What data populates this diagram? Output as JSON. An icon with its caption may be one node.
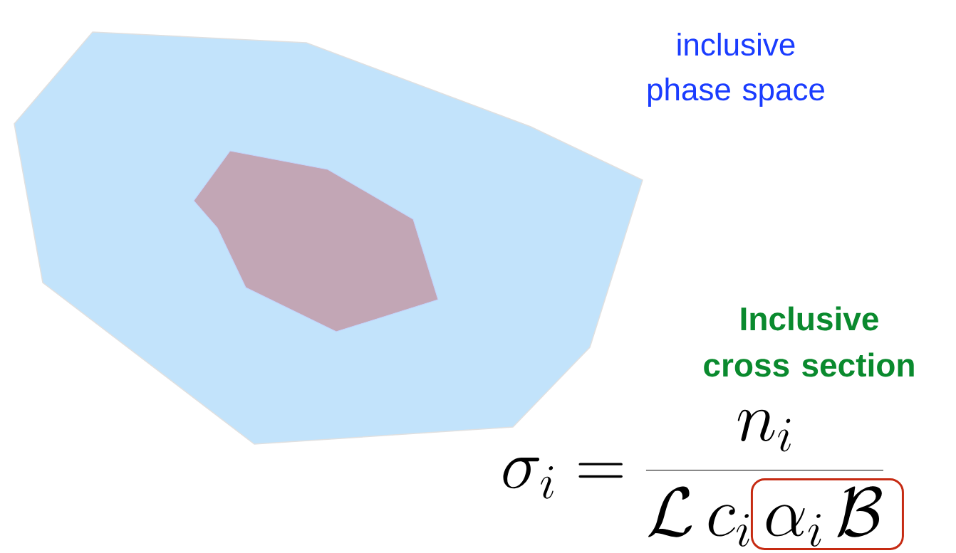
{
  "diagram": {
    "labels": [
      "inclusive phase space",
      "Inclusive cross section",
      "\\sigma_i = \\frac{n_i}{\\mathcal{L}\\, c_i\\, \\alpha_i\\, \\mathcal{B}}"
    ]
  }
}
